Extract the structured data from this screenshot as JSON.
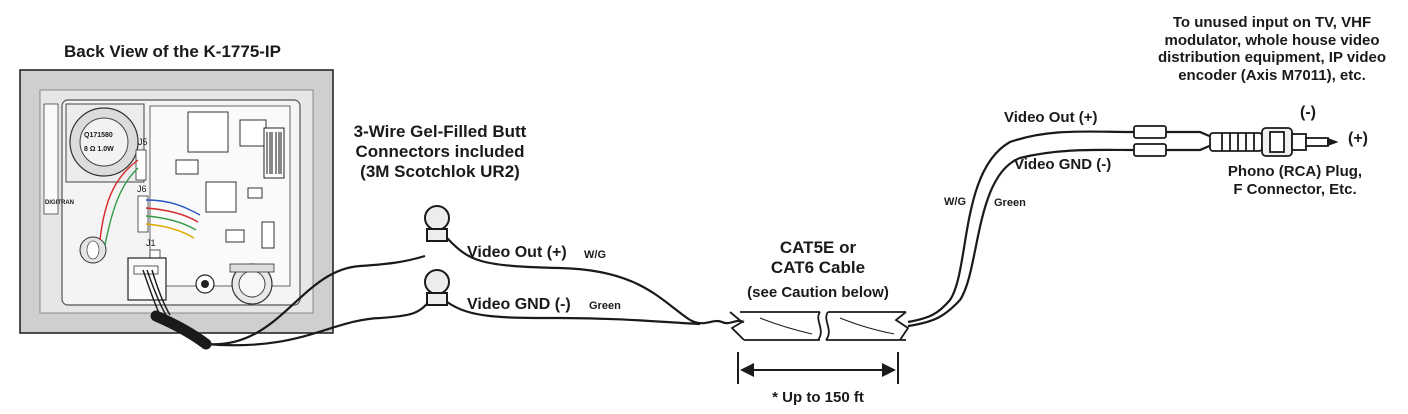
{
  "device": {
    "title": "Back View of the K-1775-IP",
    "speaker_marks": [
      "Q171580",
      "8 Ω 1.0W"
    ],
    "pcb_marks": [
      "J5",
      "J6",
      "J1",
      "DIGITRAN"
    ]
  },
  "connectors": {
    "label_lines": [
      "3-Wire Gel-Filled Butt",
      "Connectors included",
      "(3M Scotchlok UR2)"
    ]
  },
  "left_wires": {
    "video_out": "Video Out (+)",
    "video_out_color": "W/G",
    "video_gnd": "Video GND (-)",
    "video_gnd_color": "Green"
  },
  "cable": {
    "label_lines": [
      "CAT5E or",
      "CAT6 Cable"
    ],
    "caution": "(see Caution below)",
    "length": "* Up to 150 ft"
  },
  "right_wires": {
    "video_out": "Video Out (+)",
    "video_gnd": "Video GND (-)",
    "wg": "W/G",
    "green": "Green"
  },
  "destination": {
    "lines": [
      "To unused input on TV, VHF",
      "modulator, whole house video",
      "distribution equipment, IP video",
      "encoder (Axis M7011), etc."
    ],
    "minus": "(-)",
    "plus": "(+)",
    "plug_lines": [
      "Phono (RCA) Plug,",
      "F Connector, Etc."
    ]
  },
  "colors": {
    "ink": "#1a1a1a",
    "panel": "#cfcfcf",
    "wire_red": "#d62828",
    "wire_green": "#2f9e44",
    "wire_blue": "#2b59c3"
  }
}
